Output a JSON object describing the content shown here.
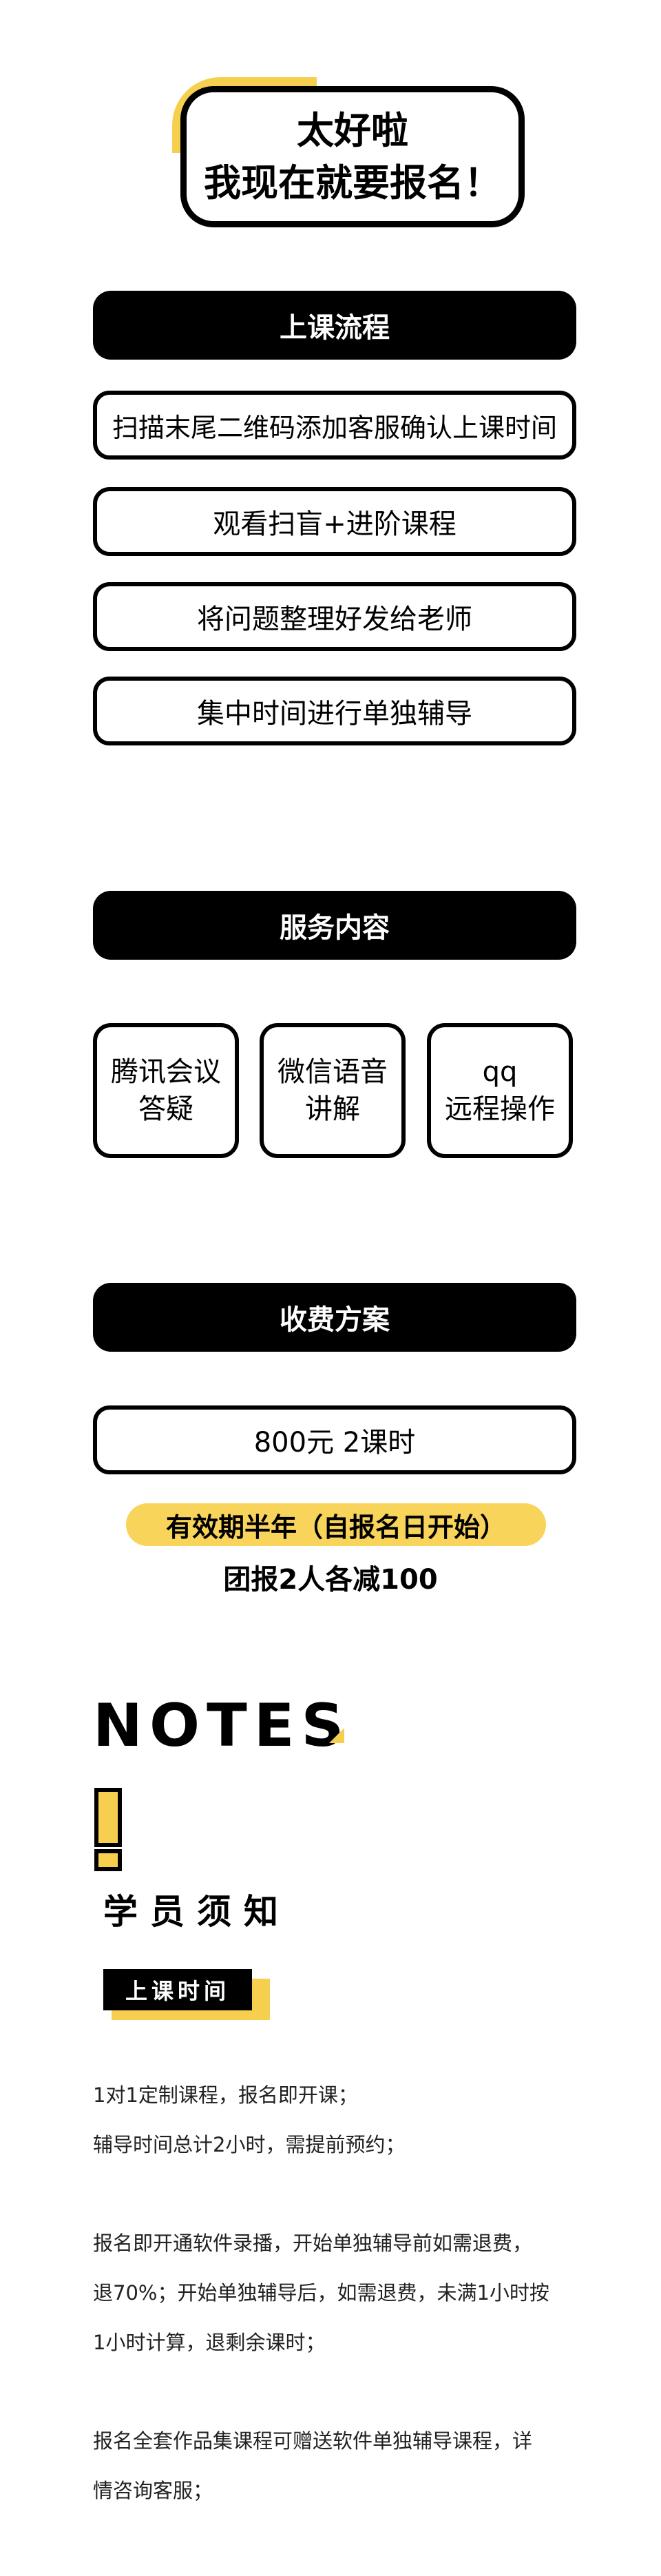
{
  "header": {
    "line1": "太好啦",
    "line2": "我现在就要报名！"
  },
  "flow": {
    "title": "上课流程",
    "steps": [
      "扫描末尾二维码添加客服确认上课时间",
      "观看扫盲+进阶课程",
      "将问题整理好发给老师",
      "集中时间进行单独辅导"
    ]
  },
  "service": {
    "title": "服务内容",
    "items": [
      {
        "line1": "腾讯会议",
        "line2": "答疑"
      },
      {
        "line1": "微信语音",
        "line2": "讲解"
      },
      {
        "line1": "qq",
        "line2": "远程操作"
      }
    ]
  },
  "fee": {
    "title": "收费方案",
    "price": "800元 2课时",
    "validity": "有效期半年（自报名日开始）",
    "discount": "团报2人各减100"
  },
  "notes": {
    "heading": "NOTES",
    "notice_title": "学员须知",
    "tag": "上课时间",
    "lines": [
      "1对1定制课程，报名即开课；",
      "辅导时间总计2小时，需提前预约；",
      "报名即开通软件录播，开始单独辅导前如需退费，",
      "退70%；开始单独辅导后，如需退费，未满1小时按",
      "1小时计算，退剩余课时；",
      "报名全套作品集课程可赠送软件单独辅导课程，详",
      "情咨询客服；"
    ]
  },
  "colors": {
    "accent": "#f7cf4f",
    "dark": "#000000"
  }
}
